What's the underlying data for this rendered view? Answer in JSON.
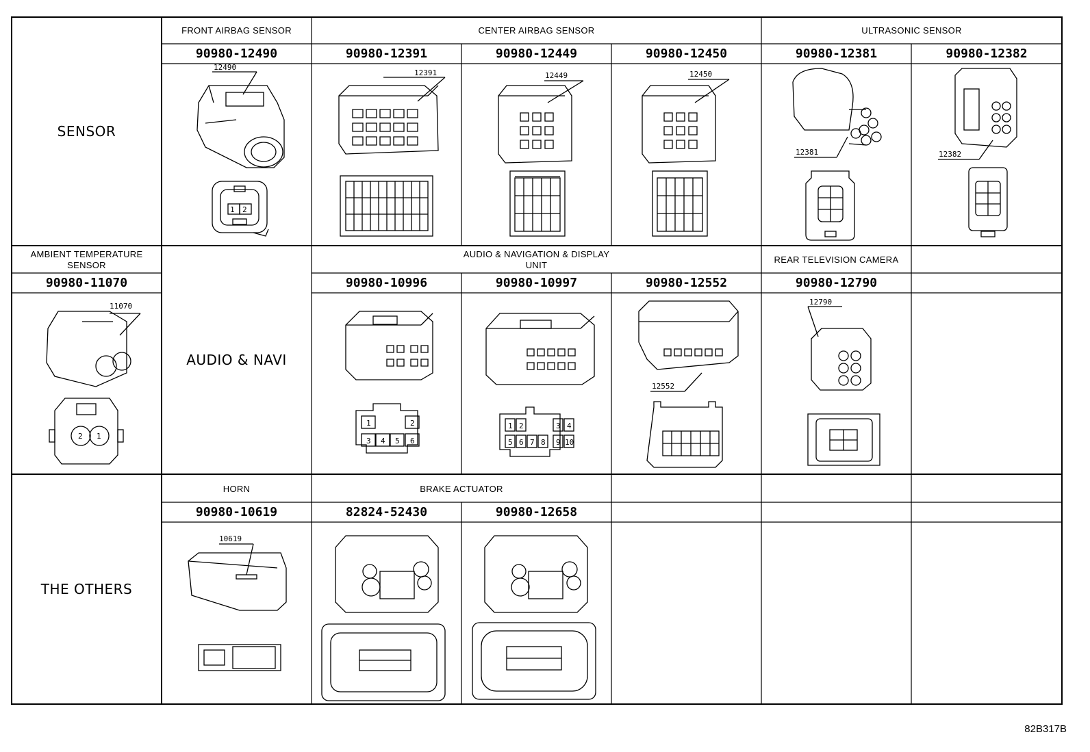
{
  "diagram": {
    "groups": {
      "sensor": "SENSOR",
      "audio": "AUDIO & NAVI",
      "others": "THE OTHERS"
    },
    "headers": {
      "front_airbag": "FRONT AIRBAG SENSOR",
      "center_airbag": "CENTER AIRBAG SENSOR",
      "ultrasonic": "ULTRASONIC SENSOR",
      "ambient_line1": "AMBIENT TEMPERATURE",
      "ambient_line2": "SENSOR",
      "audio_nav_line1": "AUDIO & NAVIGATION & DISPLAY",
      "audio_nav_line2": "UNIT",
      "rear_tv": "REAR TELEVISION CAMERA",
      "horn": "HORN",
      "brake": "BRAKE ACTUATOR"
    },
    "parts": {
      "p12490": "90980-12490",
      "p12391": "90980-12391",
      "p12449": "90980-12449",
      "p12450": "90980-12450",
      "p12381": "90980-12381",
      "p12382": "90980-12382",
      "p11070": "90980-11070",
      "p10996": "90980-10996",
      "p10997": "90980-10997",
      "p12552": "90980-12552",
      "p12790": "90980-12790",
      "p10619": "90980-10619",
      "p52430": "82824-52430",
      "p12658": "90980-12658"
    },
    "callouts": {
      "c12490": "12490",
      "c12391": "12391",
      "c12449": "12449",
      "c12450": "12450",
      "c12381": "12381",
      "c12382": "12382",
      "c11070": "11070",
      "c12552": "12552",
      "c12790": "12790",
      "c10619": "10619"
    },
    "figure_id": "82B317B"
  }
}
